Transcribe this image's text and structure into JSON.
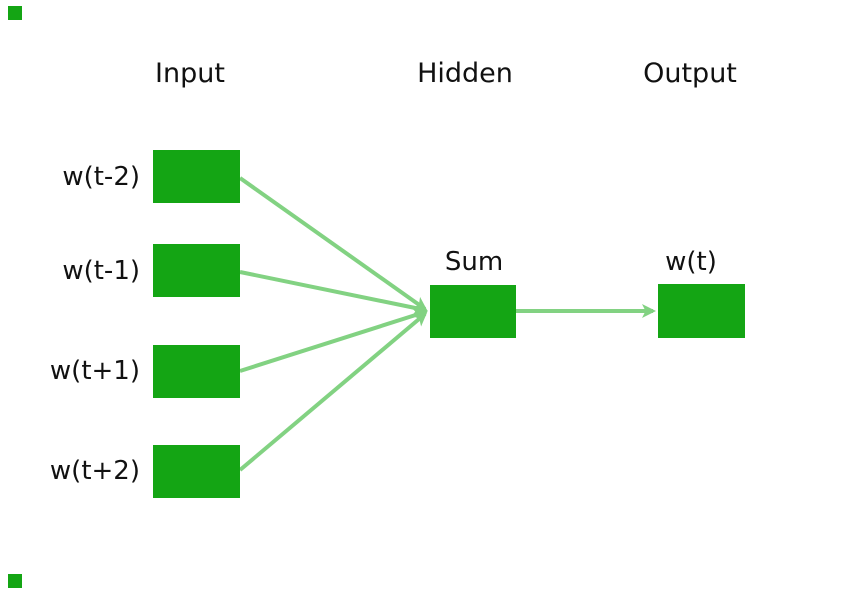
{
  "colors": {
    "node": "#14a514",
    "edge": "#82d282",
    "text": "#111111",
    "bg": "#ffffff"
  },
  "columns": [
    {
      "label": "Input"
    },
    {
      "label": "Hidden"
    },
    {
      "label": "Output"
    }
  ],
  "input_nodes": [
    {
      "label": "w(t-2)"
    },
    {
      "label": "w(t-1)"
    },
    {
      "label": "w(t+1)"
    },
    {
      "label": "w(t+2)"
    }
  ],
  "hidden_node": {
    "label": "Sum"
  },
  "output_node": {
    "label": "w(t)"
  },
  "edges": [
    {
      "from": "w(t-2)",
      "to": "Sum"
    },
    {
      "from": "w(t-1)",
      "to": "Sum"
    },
    {
      "from": "w(t+1)",
      "to": "Sum"
    },
    {
      "from": "w(t+2)",
      "to": "Sum"
    },
    {
      "from": "Sum",
      "to": "w(t)"
    }
  ]
}
